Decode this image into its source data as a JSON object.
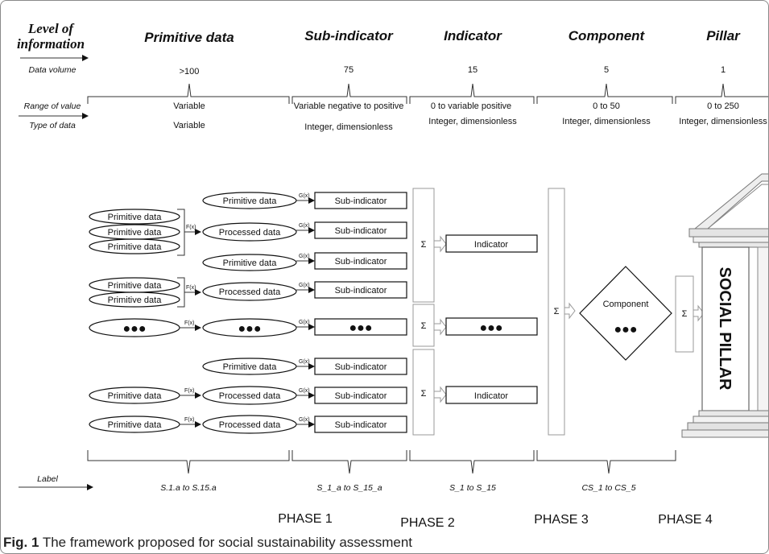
{
  "header": {
    "level_of_information": [
      "Level of",
      "information"
    ],
    "levels": [
      "Primitive data",
      "Sub-indicator",
      "Indicator",
      "Component",
      "Pillar"
    ],
    "data_volume_label": "Data volume",
    "data_volume": [
      ">100",
      "75",
      "15",
      "5",
      "1"
    ],
    "range_label": "Range of value",
    "ranges": [
      "Variable",
      "Variable negative to positive",
      "0 to variable positive",
      "0 to 50",
      "0 to 250"
    ],
    "type_label": "Type of data",
    "types": [
      "Variable",
      "Integer, dimensionless",
      "Integer, dimensionless",
      "Integer, dimensionless",
      "Integer, dimensionless"
    ]
  },
  "nodes": {
    "primitive": "Primitive data",
    "processed": "Processed data",
    "sub_indicator": "Sub-indicator",
    "indicator": "Indicator",
    "component": "Component",
    "ellipsis": "●●●",
    "sigma": "Σ",
    "f_label": "F(x)",
    "g_label": "G(x)"
  },
  "pillar": {
    "label": "SOCIAL PILLAR"
  },
  "footer": {
    "label_word": "Label",
    "labels": [
      "S.1.a to S.15.a",
      "S_1_a to S_15_a",
      "S_1 to S_15",
      "CS_1 to CS_5"
    ],
    "phases": [
      "PHASE 1",
      "PHASE 2",
      "PHASE 3",
      "PHASE 4"
    ]
  },
  "caption": {
    "fig": "Fig. 1",
    "text": "The framework proposed for social sustainability assessment"
  }
}
